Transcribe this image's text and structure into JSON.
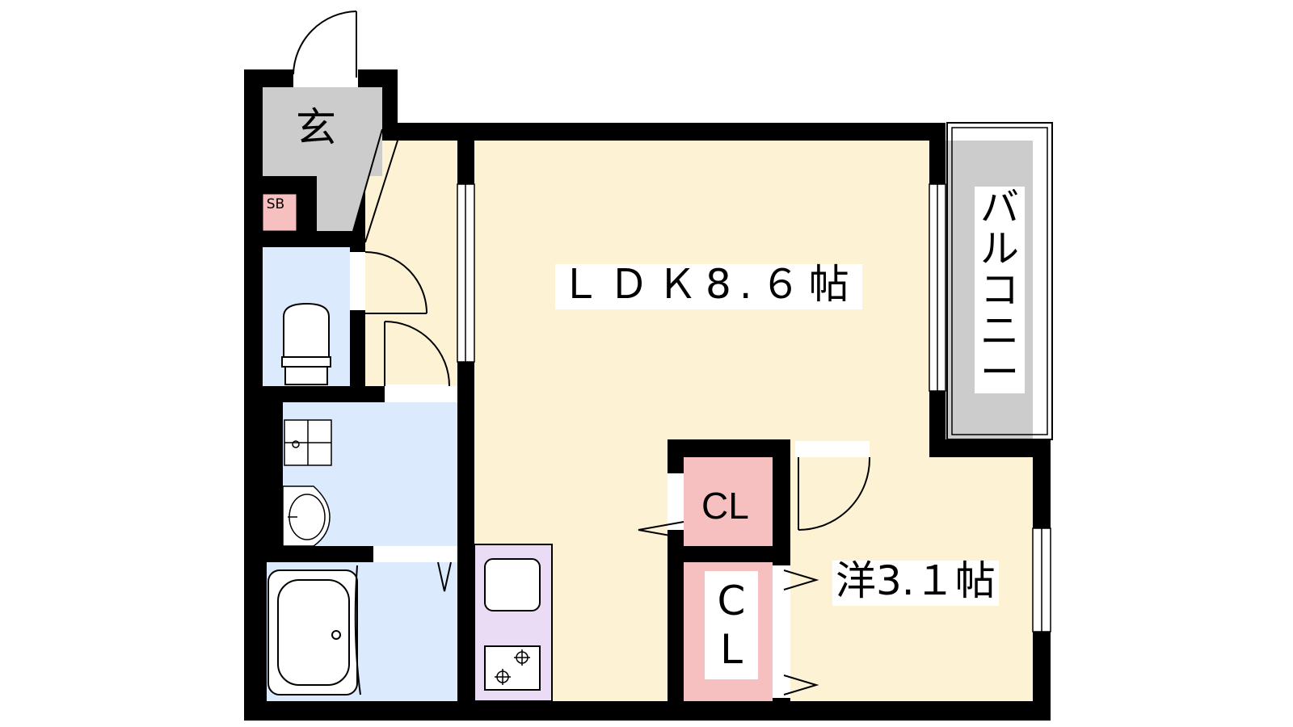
{
  "rooms": {
    "ldk": "ＬＤＫ8.６帖",
    "western": "洋3.１帖",
    "genkan": "玄",
    "shoe_box": "SB",
    "closet_small": "CL",
    "closet_large": [
      "C",
      "L"
    ],
    "balcony": [
      "バ",
      "ル",
      "コ",
      "ニ",
      "ー"
    ]
  },
  "colors": {
    "wall": "#000000",
    "living_floor": "#fdf2d3",
    "wet_area": "#dbeafd",
    "entrance": "#cccccc",
    "balcony": "#cccccc",
    "closet": "#f7c0c0",
    "kitchen": "#eadcf5",
    "label_bg": "#ffffff"
  }
}
